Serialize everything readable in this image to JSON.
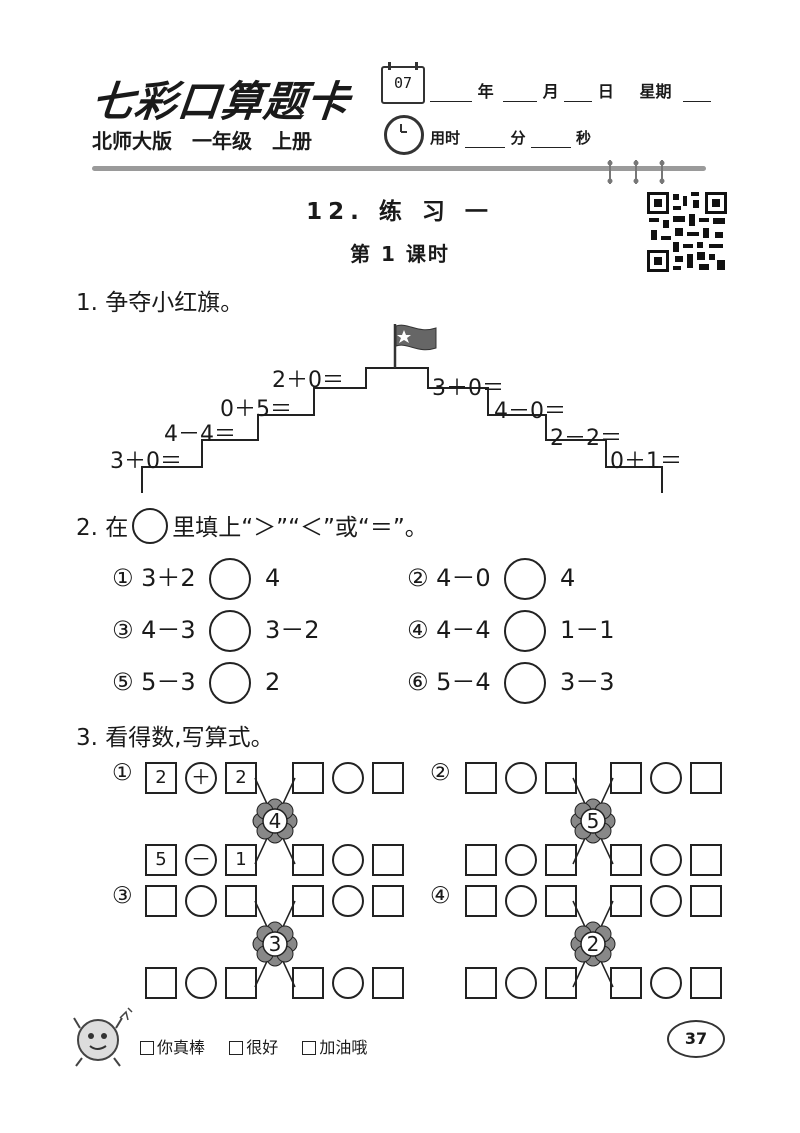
{
  "header": {
    "brand": "七彩口算题卡",
    "calendar_day": "07",
    "date_year": "年",
    "date_month": "月",
    "date_day": "日",
    "date_week": "星期",
    "edition": "北师大版　一年级　上册",
    "time_used": "用时",
    "time_min": "分",
    "time_sec": "秒"
  },
  "lesson": {
    "title": "12. 练 习 一",
    "subtitle": "第 1 课时"
  },
  "q1": {
    "prompt": "1. 争夺小红旗。",
    "steps": [
      "3＋0＝",
      "4－4＝",
      "0＋5＝",
      "2＋0＝",
      "3＋0＝",
      "4－0＝",
      "2－2＝",
      "0＋1＝"
    ]
  },
  "q2": {
    "prompt_before": "2. 在",
    "prompt_after": "里填上“＞”“＜”或“＝”。",
    "items": [
      {
        "num": "①",
        "left": "3＋2",
        "right": "4"
      },
      {
        "num": "②",
        "left": "4－0",
        "right": "4"
      },
      {
        "num": "③",
        "left": "4－3",
        "right": "3－2"
      },
      {
        "num": "④",
        "left": "4－4",
        "right": "1－1"
      },
      {
        "num": "⑤",
        "left": "5－3",
        "right": "2"
      },
      {
        "num": "⑥",
        "left": "5－4",
        "right": "3－3"
      }
    ]
  },
  "q3": {
    "prompt": "3. 看得数,写算式。",
    "groups": [
      {
        "num": "①",
        "center": "4",
        "top": [
          "2",
          "＋",
          "2"
        ],
        "bottom": [
          "5",
          "－",
          "1"
        ]
      },
      {
        "num": "②",
        "center": "5",
        "top": [
          "",
          "",
          ""
        ],
        "bottom": [
          "",
          "",
          ""
        ]
      },
      {
        "num": "③",
        "center": "3",
        "top": [
          "",
          "",
          ""
        ],
        "bottom": [
          "",
          "",
          ""
        ]
      },
      {
        "num": "④",
        "center": "2",
        "top": [
          "",
          "",
          ""
        ],
        "bottom": [
          "",
          "",
          ""
        ]
      }
    ]
  },
  "footer": {
    "opt1": "你真棒",
    "opt2": "很好",
    "opt3": "加油哦",
    "page_number": "37"
  },
  "colors": {
    "rule": "#9a9a9a",
    "flower": "#8a8a8a",
    "ink": "#1a1a1a"
  }
}
